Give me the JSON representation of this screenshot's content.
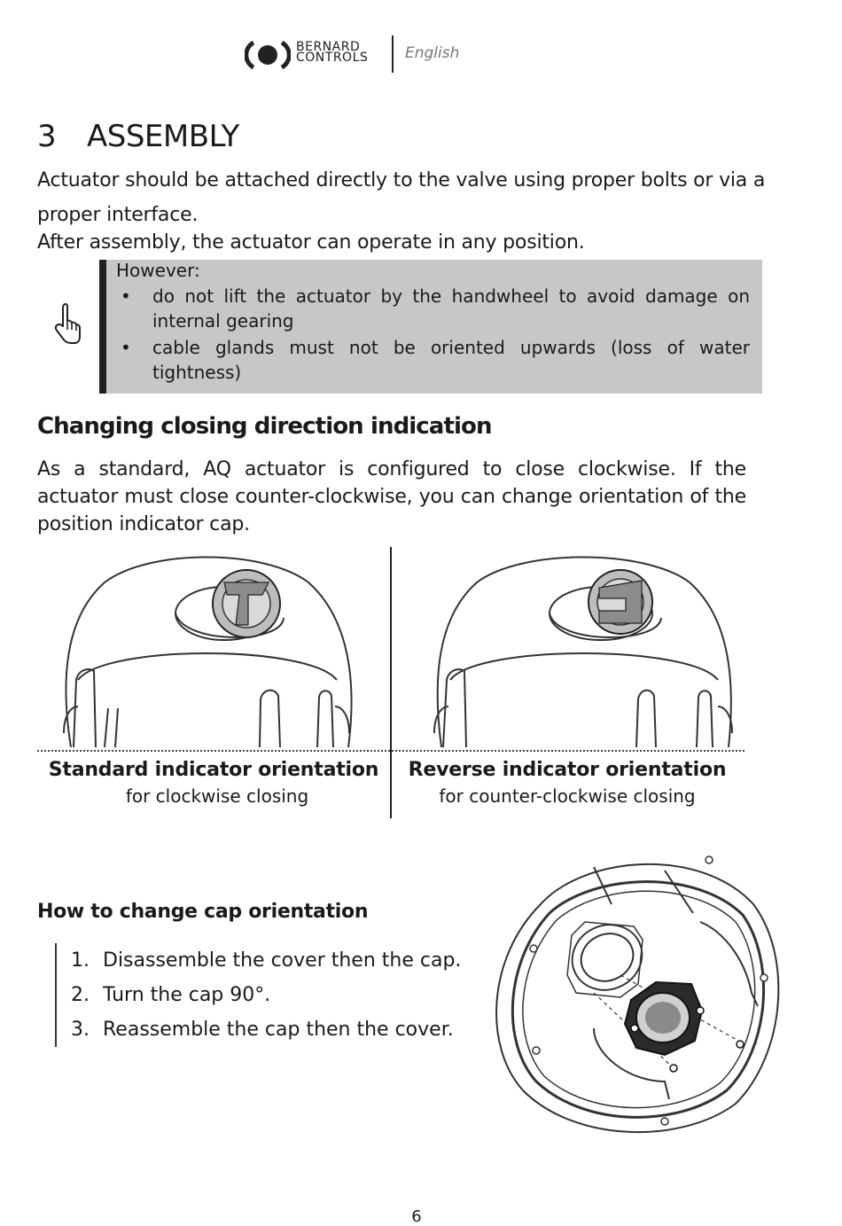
{
  "header": {
    "brand_line1": "BERNARD",
    "brand_line2": "CONTROLS",
    "language": "English"
  },
  "section": {
    "number": "3",
    "title": "ASSEMBLY",
    "intro": "Actuator should be attached directly to the valve using proper bolts or via a proper interface.",
    "position_note": "After assembly, the actuator can operate in any position."
  },
  "notice": {
    "icon": "pointing-hand-icon",
    "title": "However:",
    "items": [
      "do not lift the actuator by the handwheel to avoid damage on internal gearing",
      "cable glands must not be oriented upwards (loss of water tightness)"
    ]
  },
  "closing_direction": {
    "title": "Changing closing direction indication",
    "body": "As a standard, AQ actuator is configured to close clockwise. If the actuator must close counter-clockwise, you can change orientation of the position indicator cap."
  },
  "figures": [
    {
      "title": "Standard indicator orientation",
      "subtitle": "for clockwise closing"
    },
    {
      "title": "Reverse indicator orientation",
      "subtitle": "for counter-clockwise closing"
    }
  ],
  "how_to": {
    "title": "How to change cap orientation",
    "steps": [
      {
        "num": "1.",
        "text": "Disassemble the cover then the cap."
      },
      {
        "num": "2.",
        "text": "Turn the cap 90°."
      },
      {
        "num": "3.",
        "text": "Reassemble the cap then the cover."
      }
    ]
  },
  "page_number": "6"
}
